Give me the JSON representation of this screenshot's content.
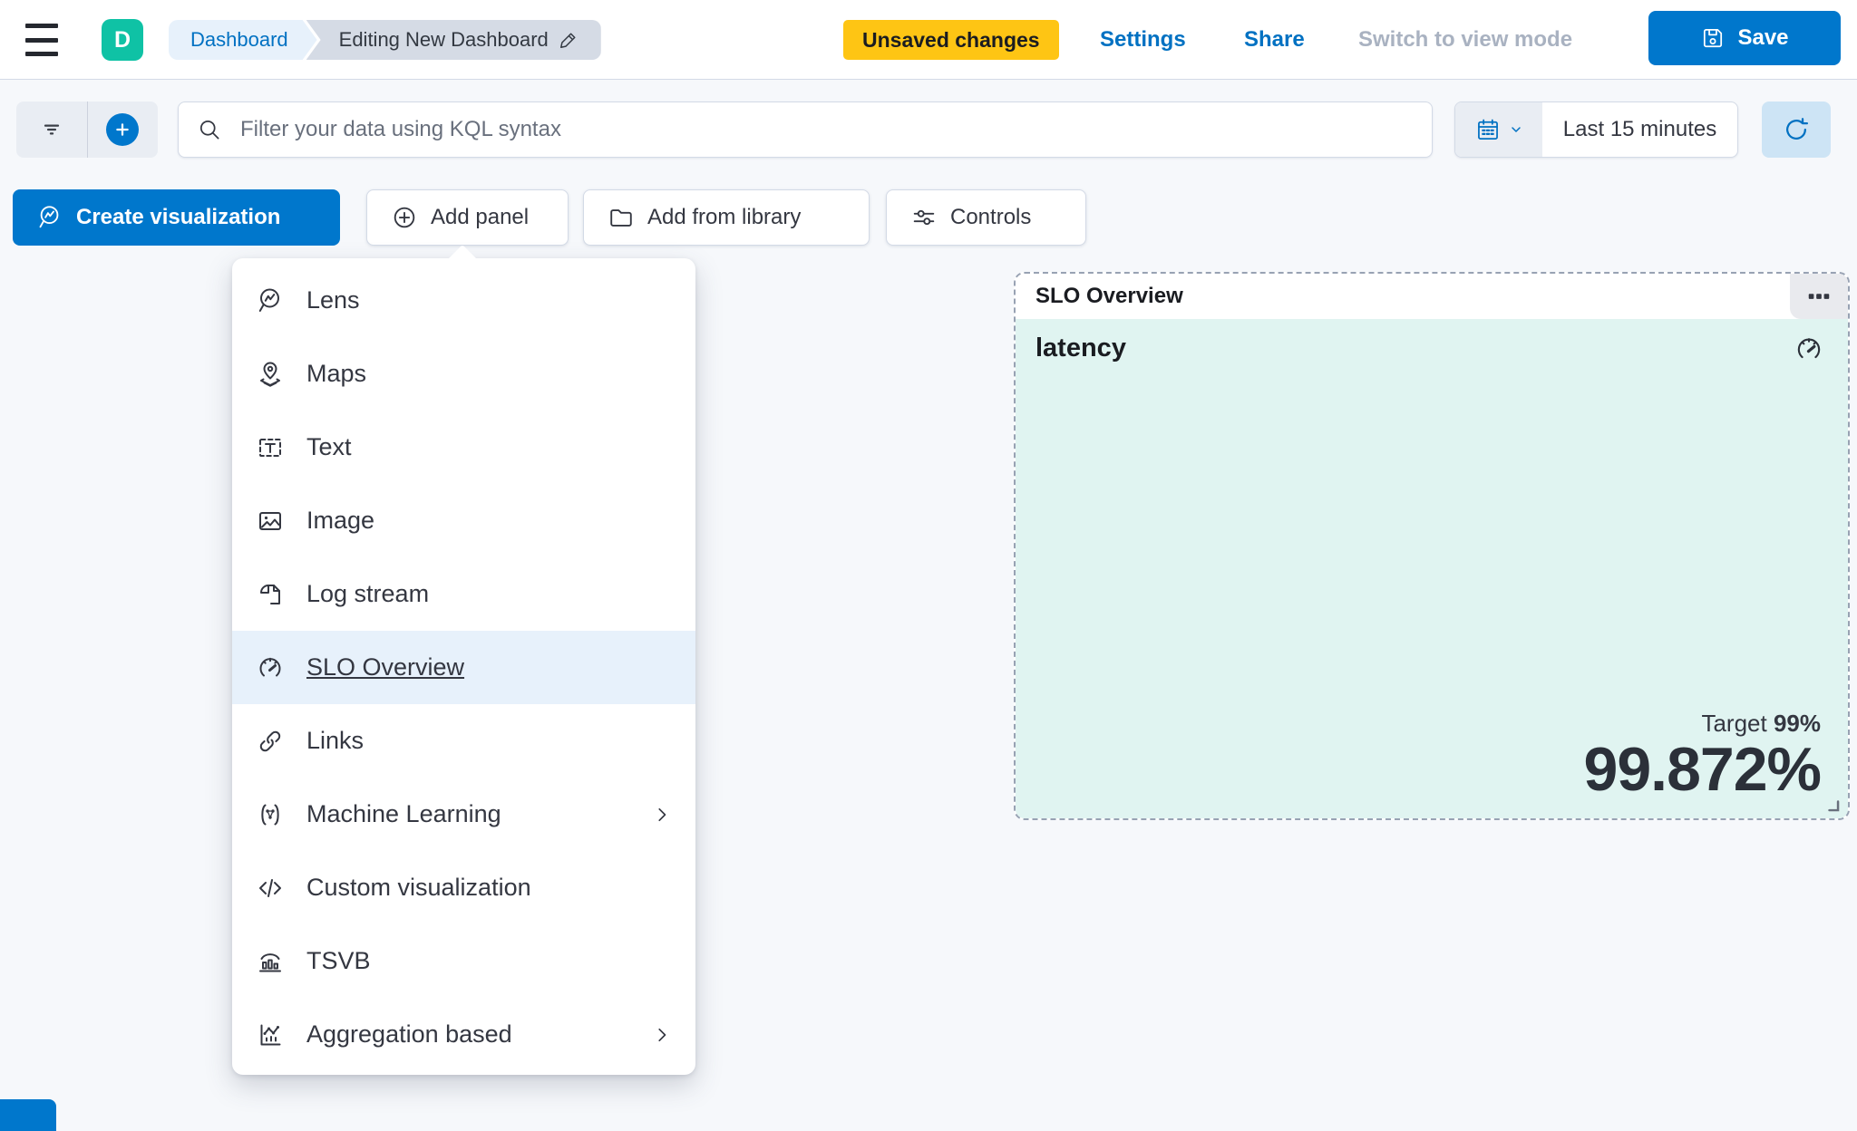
{
  "header": {
    "avatar_initial": "D",
    "breadcrumbs": [
      {
        "label": "Dashboard"
      },
      {
        "label": "Editing New Dashboard"
      }
    ],
    "unsaved_badge": "Unsaved changes",
    "settings_label": "Settings",
    "share_label": "Share",
    "switch_view_label": "Switch to view mode",
    "save_label": "Save"
  },
  "toolbar": {
    "kql_placeholder": "Filter your data using KQL syntax",
    "time_range": "Last 15 minutes"
  },
  "actions_bar": {
    "create_visualization": "Create visualization",
    "add_panel": "Add panel",
    "add_from_library": "Add from library",
    "controls": "Controls"
  },
  "add_panel_menu": {
    "items": [
      {
        "label": "Lens",
        "icon": "lens-icon",
        "selected": false,
        "has_submenu": false
      },
      {
        "label": "Maps",
        "icon": "maps-icon",
        "selected": false,
        "has_submenu": false
      },
      {
        "label": "Text",
        "icon": "text-icon",
        "selected": false,
        "has_submenu": false
      },
      {
        "label": "Image",
        "icon": "image-icon",
        "selected": false,
        "has_submenu": false
      },
      {
        "label": "Log stream",
        "icon": "log-stream-icon",
        "selected": false,
        "has_submenu": false
      },
      {
        "label": "SLO Overview",
        "icon": "gauge-icon",
        "selected": true,
        "has_submenu": false
      },
      {
        "label": "Links",
        "icon": "links-icon",
        "selected": false,
        "has_submenu": false
      },
      {
        "label": "Machine Learning",
        "icon": "machine-learning-icon",
        "selected": false,
        "has_submenu": true
      },
      {
        "label": "Custom visualization",
        "icon": "code-icon",
        "selected": false,
        "has_submenu": false
      },
      {
        "label": "TSVB",
        "icon": "tsvb-icon",
        "selected": false,
        "has_submenu": false
      },
      {
        "label": "Aggregation based",
        "icon": "aggregation-icon",
        "selected": false,
        "has_submenu": true
      }
    ]
  },
  "slo_panel": {
    "title": "SLO Overview",
    "slo_name": "latency",
    "target_label": "Target",
    "target_value": "99%",
    "observed_value": "99.872%"
  },
  "icons": {
    "hamburger-icon": "three-bars",
    "pencil-icon": "edit-pencil",
    "save-icon": "floppy-disk",
    "filter-icon": "funnel-lines",
    "add-filter-icon": "plus-in-circle",
    "search-icon": "magnifier",
    "calendar-icon": "calendar-grid",
    "chevron-down-icon": "chevron-down",
    "chevron-right-icon": "chevron-right",
    "refresh-icon": "circular-arrow",
    "lens-icon": "magnifier-chart",
    "plus-circle-icon": "plus-outline-circle",
    "folder-icon": "folder-open",
    "controls-icon": "sliders",
    "boxes-horizontal-icon": "three-squares",
    "gauge-icon": "speedometer",
    "resize-handle-icon": "corner-bracket"
  },
  "colors": {
    "primary": "#0077cc",
    "link_blue": "#0071c2",
    "warning_badge": "#fec514",
    "avatar_teal": "#0fc2a5",
    "panel_mint": "#e0f4f1",
    "text_dark": "#343741",
    "border": "#d3dae6",
    "dashed_border": "#98a2b3",
    "menu_highlight": "#e7f1fb"
  }
}
